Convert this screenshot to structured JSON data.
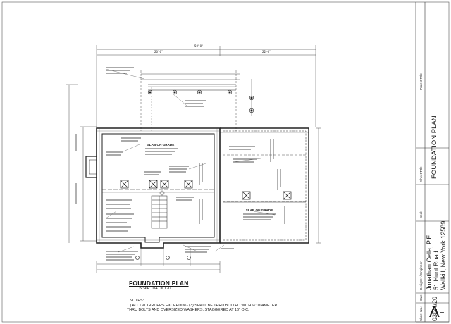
{
  "drawing": {
    "title": "FOUNDATION PLAN",
    "scale": "Scale: 1/4\" = 1'-0\"",
    "notes_heading": "NOTES:",
    "notes": [
      "1.) ALL LVL GIRDERS EXCEEDING (3) SHALL BE THRU BOLTED WITH ½\" DIAMETER",
      "THRU BOLTS AND OVERSIZED WASHERS, STAGGERED AT 16\" O.C."
    ],
    "slab_label_1": "SLAB ON GRADE",
    "slab_label_2": "SLAB ON GRADE",
    "dim_overall": "50'-0\"",
    "dim_left": "20'-0\"",
    "dim_right": "22'-0\""
  },
  "title_block": {
    "project_title_label": "Project Title:",
    "sheet_title_label": "Sheet Title:",
    "sheet_title": "FOUNDATION PLAN",
    "seal_label": "Seal:",
    "designer_label": "Designer / Engineer:",
    "designer_name": "Jonathan Cella, P.E.",
    "address_line1": "51 Hunt Road",
    "address_line2": "Wallkill, New York 12589",
    "date_label": "Date:",
    "date_value": "03/24/20",
    "sheet_no_label": "Sheet No.:",
    "sheet_no": "A-"
  }
}
